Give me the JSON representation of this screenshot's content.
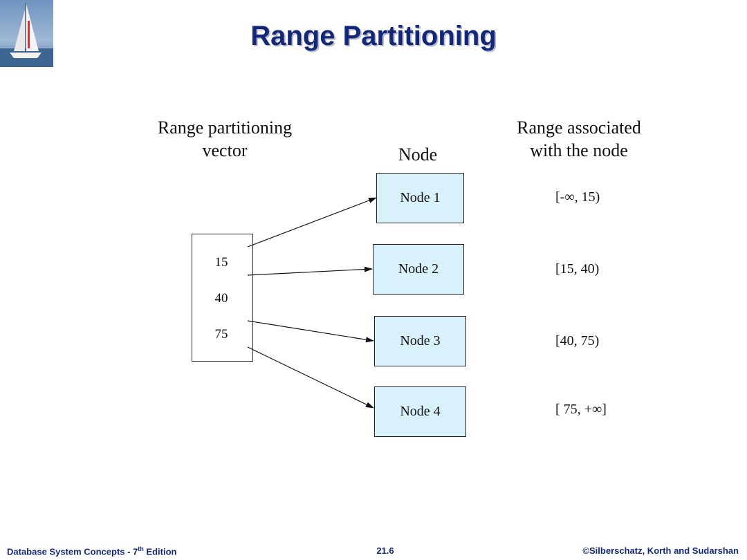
{
  "title": "Range Partitioning",
  "headers": {
    "vector_line1": "Range partitioning",
    "vector_line2": "vector",
    "node": "Node",
    "range_line1": "Range associated",
    "range_line2": "with the node"
  },
  "vector_values": [
    "15",
    "40",
    "75"
  ],
  "nodes": [
    {
      "label": "Node 1",
      "range": "[-∞, 15)"
    },
    {
      "label": "Node 2",
      "range": "[15, 40)"
    },
    {
      "label": "Node 3",
      "range": "[40, 75)"
    },
    {
      "label": "Node 4",
      "range": "[ 75, +∞]"
    }
  ],
  "footer": {
    "left_pre": "Database System Concepts - 7",
    "left_sup": "th",
    "left_post": " Edition",
    "center": "21.6",
    "right": "©Silberschatz, Korth  and Sudarshan"
  },
  "colors": {
    "title": "#14287a",
    "node_fill": "#d9f1fa"
  },
  "icons": {
    "logo": "sailboat-logo"
  }
}
